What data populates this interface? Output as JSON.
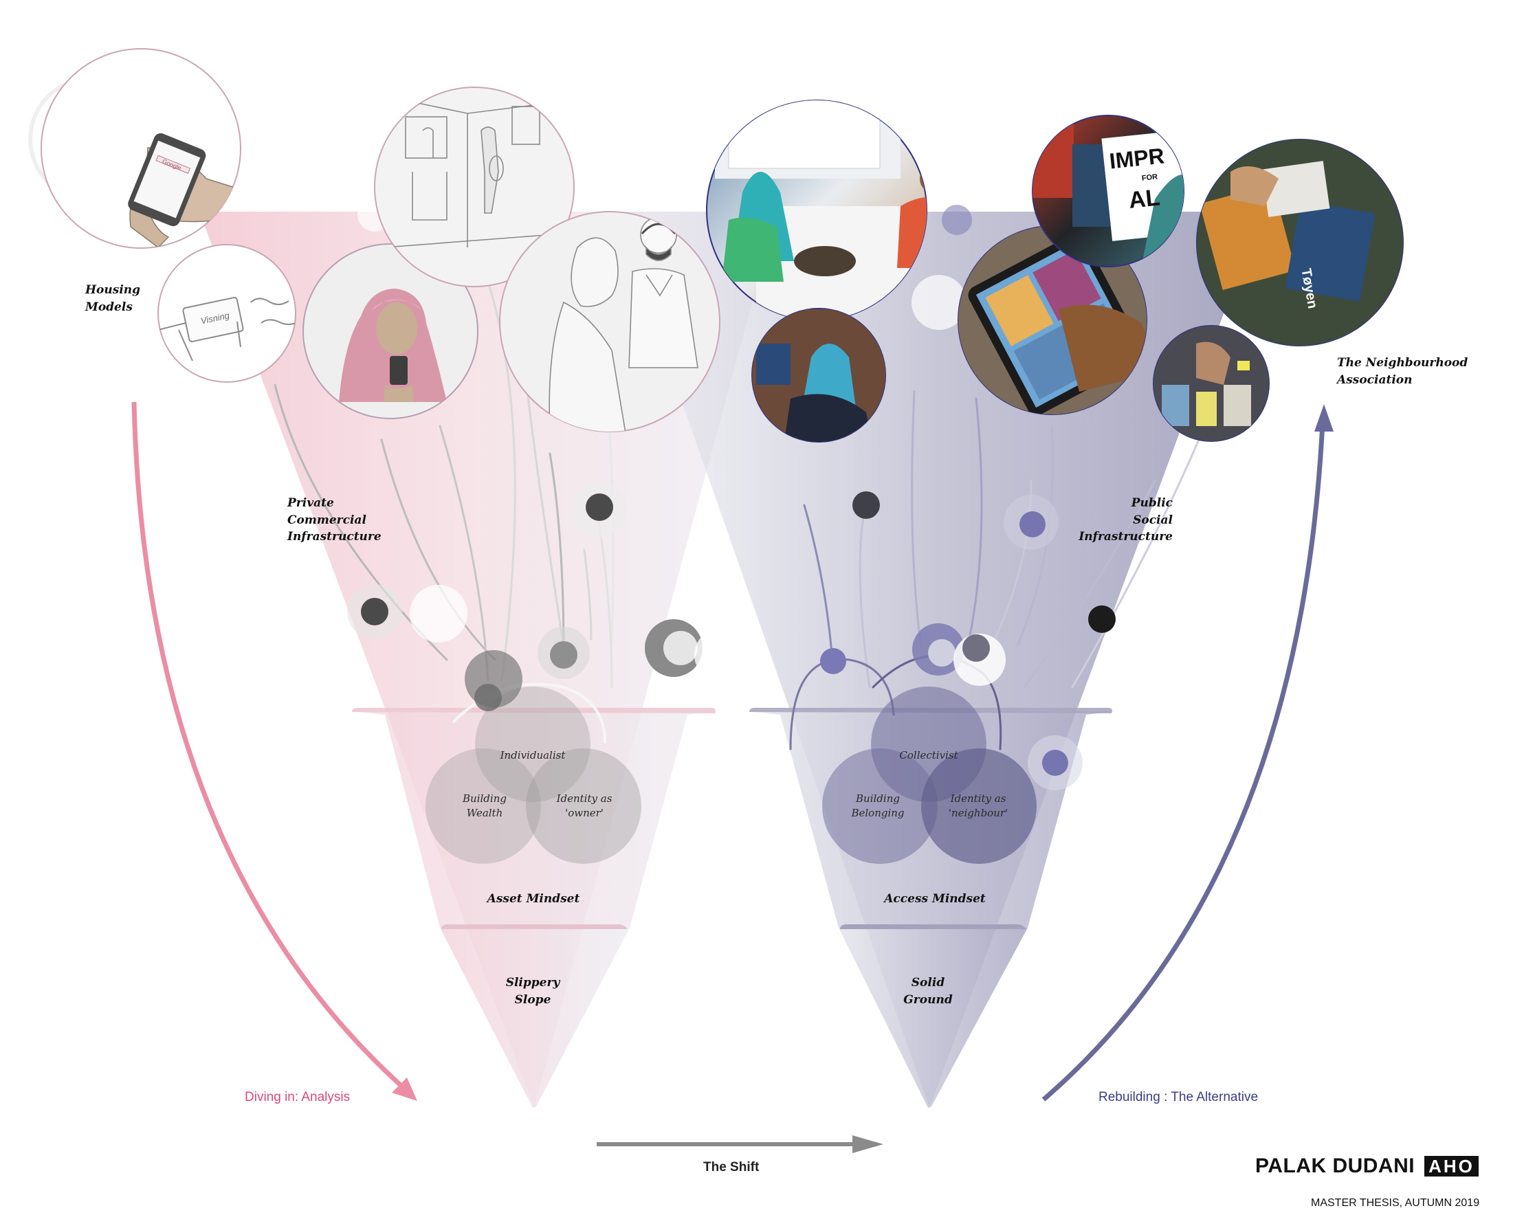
{
  "labels": {
    "housing_models": "Housing\nModels",
    "private_infra": "Private\nCommercial\nInfrastructure",
    "public_infra": "Public\nSocial\nInfrastructure",
    "neighbourhood_association": "The Neighbourhood\nAssociation",
    "asset_mindset": "Asset Mindset",
    "access_mindset": "Access Mindset",
    "slippery_slope": "Slippery\nSlope",
    "solid_ground": "Solid\nGround"
  },
  "venn_left": {
    "top": "Individualist",
    "left": "Building\nWealth",
    "right": "Identity as\n'owner'"
  },
  "venn_right": {
    "top": "Collectivist",
    "left": "Building\nBelonging",
    "right": "Identity as\n'neighbour'"
  },
  "arrows": {
    "diving_in": "Diving in: Analysis",
    "the_shift": "The Shift",
    "rebuilding": "Rebuilding : The Alternative"
  },
  "photo_texts": {
    "visning": "Visning",
    "google": "Google",
    "impr": "IMPR",
    "for": "FOR",
    "all": "AL",
    "toyen": "Tøyen"
  },
  "footer": {
    "author": "PALAK DUDANI",
    "logo": "AHO",
    "thesis": "MASTER THESIS, AUTUMN 2019"
  },
  "colors": {
    "pink": "#e8879f",
    "pink_text": "#d94b78",
    "purple": "#6a6a9c",
    "purple_text": "#3c3c86",
    "gray_arrow": "#8a8a8a"
  }
}
